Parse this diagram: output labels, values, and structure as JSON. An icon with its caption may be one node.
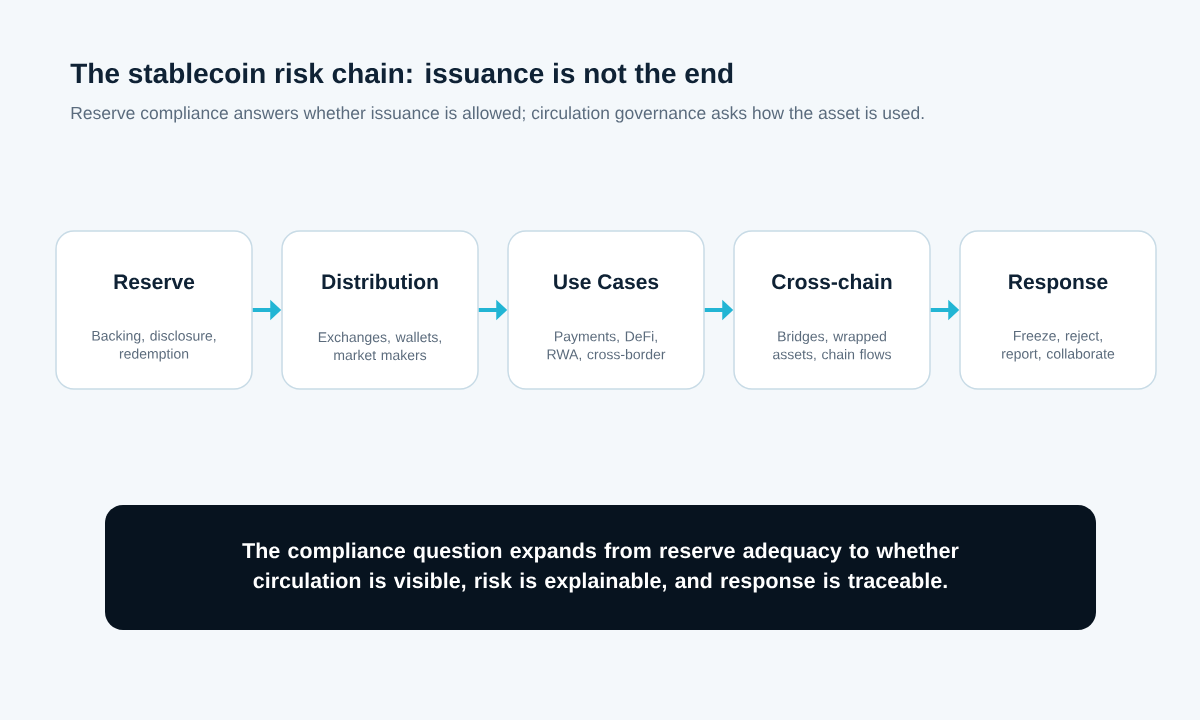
{
  "diagram": {
    "title": "The stablecoin risk chain: issuance is not the end",
    "caption": "Reserve compliance answers whether issuance is allowed; circulation governance asks how the asset is used.",
    "nodes": [
      {
        "text": [
          "Reserve",
          "Backing, disclosure, redemption"
        ]
      },
      {
        "text": [
          "Distribution",
          "Exchanges, wallets, market makers"
        ]
      },
      {
        "text": [
          "Use Cases",
          "Payments, DeFi, RWA, cross-border"
        ]
      },
      {
        "text": [
          "Cross-chain",
          "Bridges, wrapped assets, chain flows"
        ]
      },
      {
        "text": [
          "Response",
          "Freeze, reject, report, collaborate"
        ]
      },
      {
        "text": [
          "The compliance question expands from reserve adequacy to whether circulation is visible, risk is explainable, and response is traceable."
        ]
      }
    ],
    "edges": [
      {
        "from": 0,
        "to": 1,
        "arrow": "to"
      },
      {
        "from": 1,
        "to": 2,
        "arrow": "to"
      },
      {
        "from": 2,
        "to": 3,
        "arrow": "to"
      },
      {
        "from": 3,
        "to": 4,
        "arrow": "to"
      }
    ]
  }
}
